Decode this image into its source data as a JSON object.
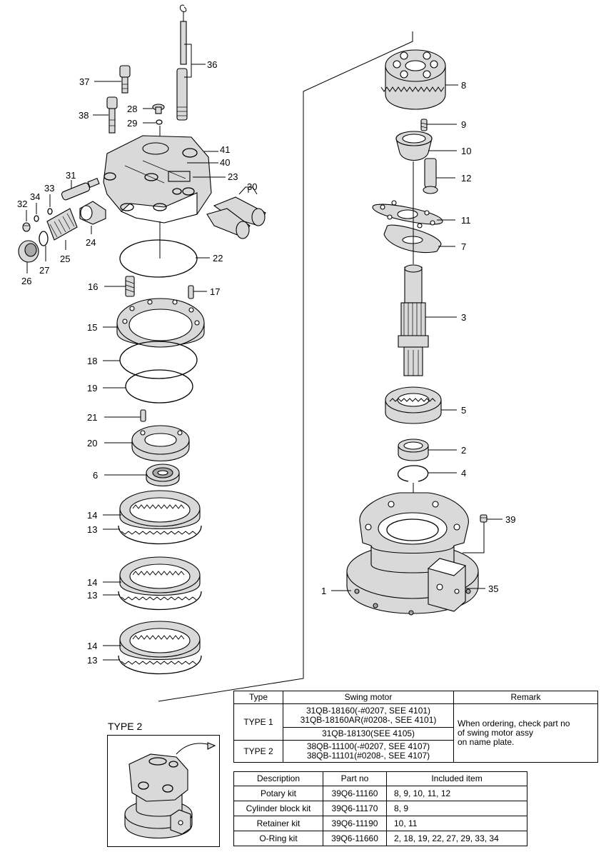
{
  "labels": {
    "p1": "1",
    "p2": "2",
    "p3": "3",
    "p4": "4",
    "p5": "5",
    "p6": "6",
    "p7": "7",
    "p8": "8",
    "p9": "9",
    "p10": "10",
    "p11": "11",
    "p12": "12",
    "p13a": "13",
    "p13b": "13",
    "p13c": "13",
    "p14a": "14",
    "p14b": "14",
    "p14c": "14",
    "p15": "15",
    "p16": "16",
    "p17": "17",
    "p18": "18",
    "p19": "19",
    "p20": "20",
    "p21": "21",
    "p22": "22",
    "p23": "23",
    "p24": "24",
    "p25": "25",
    "p26": "26",
    "p27": "27",
    "p28": "28",
    "p29": "29",
    "p30": "30",
    "p31": "31",
    "p32": "32",
    "p33": "33",
    "p34": "34",
    "p35": "35",
    "p36": "36",
    "p37": "37",
    "p38": "38",
    "p39": "39",
    "p40": "40",
    "p41": "41"
  },
  "type2_label": "TYPE 2",
  "type_table": {
    "headers": {
      "type": "Type",
      "swing": "Swing motor",
      "remark": "Remark"
    },
    "type1": {
      "name": "TYPE 1",
      "line1": "31QB-18160(-#0207, SEE 4101)",
      "line2": "31QB-18160AR(#0208-, SEE 4101)",
      "line3": "31QB-18130(SEE 4105)"
    },
    "type2": {
      "name": "TYPE 2",
      "line1": "38QB-11100(-#0207, SEE 4107)",
      "line2": "38QB-11101(#0208-, SEE 4107)"
    },
    "remark": {
      "line1": "When ordering, check part no",
      "line2": "of swing motor assy",
      "line3": "on name plate."
    }
  },
  "kit_table": {
    "headers": {
      "description": "Description",
      "part_no": "Part no",
      "included": "Included item"
    },
    "rows": [
      {
        "description": "Potary kit",
        "part_no": "39Q6-11160",
        "included": "8, 9, 10, 11, 12"
      },
      {
        "description": "Cylinder block kit",
        "part_no": "39Q6-11170",
        "included": "8, 9"
      },
      {
        "description": "Retainer kit",
        "part_no": "39Q6-11190",
        "included": "10, 11"
      },
      {
        "description": "O-Ring kit",
        "part_no": "39Q6-11660",
        "included": "2, 18, 19, 22, 27, 29, 33, 34"
      }
    ]
  }
}
